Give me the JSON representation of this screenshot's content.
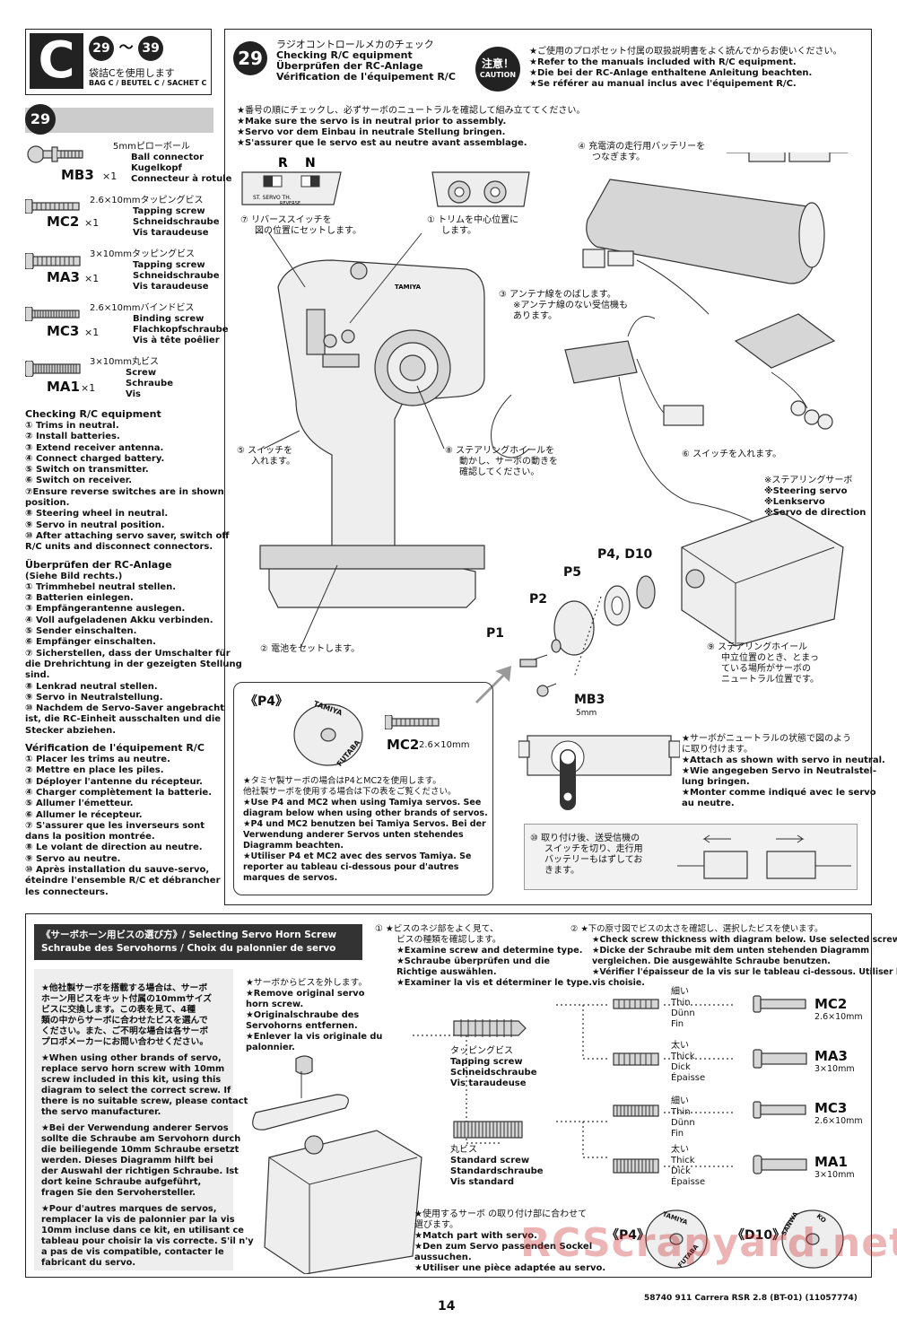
{
  "header": {
    "letter": "C",
    "steps_from": "29",
    "steps_sep": "～",
    "steps_to": "39",
    "bag_jp": "袋詰Cを使用します",
    "bag_en": "BAG C / BEUTEL C / SACHET C"
  },
  "step": {
    "number": "29",
    "title_jp": "ラジオコントロールメカのチェック",
    "title_en": "Checking R/C equipment",
    "title_de": "Überprüfen der RC-Anlage",
    "title_fr": "Vérification de l'équipement R/C"
  },
  "caution": {
    "badge_jp": "注意！",
    "badge_en": "CAUTION",
    "lines": [
      "★ご使用のプロポセット付属の取扱説明書をよく読んでからお使いください。",
      "★Refer to the manuals included with R/C equipment.",
      "★Die bei der RC-Anlage enthaltene Anleitung beachten.",
      "★Se référer au manual inclus avec l'équipement R/C."
    ]
  },
  "neutral_note": [
    "★番号の順にチェックし、必ずサーボのニュートラルを確認して組み立ててください。",
    "★Make sure the servo is in neutral prior to assembly.",
    "★Servo vor dem Einbau in neutrale Stellung bringen.",
    "★S'assurer que le servo est au neutre avant assemblage."
  ],
  "parts": [
    {
      "code": "MB3",
      "qty": "×1",
      "jp": "5mmピローボール",
      "names": [
        "Ball connector",
        "Kugelkopf",
        "Connecteur à rotule"
      ]
    },
    {
      "code": "MC2",
      "qty": "×1",
      "jp": "2.6×10mmタッピングビス",
      "names": [
        "Tapping screw",
        "Schneidschraube",
        "Vis taraudeuse"
      ]
    },
    {
      "code": "MA3",
      "qty": "×1",
      "jp": "3×10mmタッピングビス",
      "names": [
        "Tapping screw",
        "Schneidschraube",
        "Vis taraudeuse"
      ]
    },
    {
      "code": "MC3",
      "qty": "×1",
      "jp": "2.6×10mmバインドビス",
      "names": [
        "Binding screw",
        "Flachkopfschraube",
        "Vis à tête poêlier"
      ]
    },
    {
      "code": "MA1",
      "qty": "×1",
      "jp": "3×10mm丸ビス",
      "names": [
        "Screw",
        "Schraube",
        "Vis"
      ]
    }
  ],
  "checklists": [
    {
      "title": "Checking R/C equipment",
      "sub": "",
      "items": [
        "① Trims in neutral.",
        "② Install batteries.",
        "③ Extend receiver antenna.",
        "④ Connect charged battery.",
        "⑤ Switch on transmitter.",
        "⑥ Switch on receiver.",
        "⑦Ensure reverse switches are in shown",
        "position.",
        "⑧ Steering wheel in neutral.",
        "⑨ Servo in neutral position.",
        "⑩ After attaching servo saver, switch off",
        "R/C units and disconnect connectors."
      ]
    },
    {
      "title": "Überprüfen der RC-Anlage",
      "sub": "(Siehe Bild rechts.)",
      "items": [
        "① Trimmhebel neutral stellen.",
        "② Batterien einlegen.",
        "③ Empfängerantenne auslegen.",
        "④ Voll aufgeladenen Akku verbinden.",
        "⑤ Sender einschalten.",
        "⑥ Empfänger einschalten.",
        "⑦ Sicherstellen, dass der Umschalter für",
        "die Drehrichtung in der gezeigten Stellung",
        "sind.",
        "⑧ Lenkrad neutral stellen.",
        "⑨ Servo in Neutralstellung.",
        "⑩ Nachdem de Servo-Saver angebracht",
        "ist, die RC-Einheit ausschalten und die",
        "Stecker abziehen."
      ]
    },
    {
      "title": "Vérification de l'équipement R/C",
      "sub": "",
      "items": [
        "① Placer les trims au neutre.",
        "② Mettre en place les piles.",
        "③ Déployer l'antenne du récepteur.",
        "④ Charger complètement la batterie.",
        "⑤ Allumer l'émetteur.",
        "⑥ Allumer le récepteur.",
        "⑦ S'assurer que les inverseurs sont",
        "dans la position montrée.",
        "⑧ Le volant de direction au neutre.",
        "⑨ Servo au neutre.",
        "⑩ Après installation du sauve-servo,",
        "éteindre l'ensemble R/C et débrancher",
        "les connecteurs."
      ]
    }
  ],
  "diagram": {
    "switch_r": "R",
    "switch_n": "N",
    "switch_caption": "ST.   SERVO   TH.",
    "switch_caption2": "REVERSE",
    "c7": [
      "⑦ リバーススイッチを",
      "図の位置にセットします。"
    ],
    "c1": [
      "① トリムを中心位置に",
      "します。"
    ],
    "c4": [
      "④ 充電済の走行用バッテリーを",
      "つなぎます。"
    ],
    "c3": [
      "③ アンテナ線をのばします。",
      "※アンテナ線のない受信機も",
      "あります。"
    ],
    "c5": [
      "⑤ スイッチを",
      "入れます。"
    ],
    "c8": [
      "⑧ ステアリングホイールを",
      "動かし、サーボの動きを",
      "確認してください。"
    ],
    "c6": "⑥ スイッチを入れます。",
    "c2": "② 電池をセットします。",
    "servo_label": [
      "※ステアリングサーボ",
      "※Steering servo",
      "※Lenkservo",
      "※Servo de direction"
    ],
    "c9": [
      "⑨ ステアリングホイール",
      "中立位置のとき、とまっ",
      "ている場所がサーボの",
      "ニュートラル位置です。"
    ],
    "p4d10": "P4, D10",
    "p5": "P5",
    "p2": "P2",
    "p1": "P1",
    "mb3": "MB3",
    "mb3_size": "5mm",
    "tx_brand": "TAMIYA"
  },
  "p4_box": {
    "title": "《P4》",
    "brand_top": "TAMIYA",
    "brand_bottom": "FUTABA",
    "screw_code": "MC2",
    "screw_size": "2.6×10mm",
    "lines": [
      "★タミヤ製サーボの場合はP4とMC2を使用します。",
      "他社製サーボを使用する場合は下の表をご覧ください。",
      "★Use P4 and MC2 when using Tamiya servos. See",
      "diagram below when using other brands of servos.",
      "★P4 und MC2 benutzen bei Tamiya Servos. Bei der",
      "Verwendung anderer Servos unten stehendes",
      "Diagramm beachten.",
      "★Utiliser P4 et MC2 avec des servos Tamiya. Se",
      "reporter au tableau ci-dessous pour d'autres",
      "marques de servos."
    ]
  },
  "attach_note": [
    "★サーボがニュートラルの状態で図のよう",
    "に取り付けます。",
    "★Attach as shown with servo in neutral.",
    "★Wie angegeben Servo in Neutralstel-",
    "lung bringen.",
    "★Monter comme indiqué avec le servo",
    "au neutre."
  ],
  "c10": [
    "⑩ 取り付け後、送受信機の",
    "スイッチを切り、走行用",
    "バッテリーもはずしてお",
    "きます。"
  ],
  "bottom": {
    "header1": "《サーボホーン用ビスの選び方》/ Selecting Servo Horn Screw",
    "header2": "Schraube des Servohorns  /  Choix du palonnier de servo",
    "left_text": [
      "★他社製サーボを搭載する場合は、サーボ",
      "ホーン用ビスをキット付属の10mmサイズ",
      "ビスに交換します。この表を見て、4種",
      "類の中からサーボに合わせたビスを選んで",
      "ください。また、ご不明な場合は各サーボ",
      "プロポメーカーにお問い合わせください。",
      "",
      "★When using other brands of servo,",
      "replace servo horn screw with 10mm",
      "screw included in this kit, using this",
      "diagram to select the correct screw. If",
      "there is no suitable screw, please contact",
      "the servo manufacturer.",
      "",
      "★Bei der Verwendung anderer Servos",
      "sollte die Schraube am Servohorn durch",
      "die beiliegende 10mm Schraube ersetzt",
      "werden. Dieses Diagramm hilft bei",
      "der Auswahl der richtigen Schraube. Ist",
      "dort keine Schraube aufgeführt,",
      "fragen Sie den Servohersteller.",
      "",
      "★Pour d'autres marques de servos,",
      "remplacer la vis de palonnier par la vis",
      "10mm incluse dans ce kit, en utilisant ce",
      "tableau pour choisir la vis correcte. S'il n'y",
      "a pas de vis compatible, contacter le",
      "fabricant du servo."
    ],
    "remove_note": [
      "★サーボからビスを外します。",
      "★Remove original servo",
      "horn screw.",
      "★Originalschraube des",
      "Servohorns entfernen.",
      "★Enlever la vis originale du",
      "palonnier."
    ],
    "s1": [
      "① ★ビスのネジ部をよく見て、",
      "ビスの種類を確認します。",
      "★Examine screw and determine type.",
      "★Schraube überprüfen und die",
      "Richtige auswählen.",
      "★Examiner la vis et déterminer le type."
    ],
    "s2": [
      "② ★下の原寸図でビスの太さを確認し、選択したビスを使います。",
      "★Check screw thickness with diagram below. Use selected screw.",
      "★Dicke der Schraube mit dem unten stehenden Diagramm",
      "vergleichen. Die ausgewählte Schraube benutzen.",
      "★Vérifier l'épaisseur de la vis sur le tableau ci-dessous. Utiliser la",
      "vis choisie."
    ],
    "tapping_label": [
      "タッピングビス",
      "Tapping screw",
      "Schneidschraube",
      "Vis taraudeuse"
    ],
    "standard_label": [
      "丸ビス",
      "Standard screw",
      "Standardschraube",
      "Vis standard"
    ],
    "thin": [
      "細い",
      "Thin",
      "Dünn",
      "Fin"
    ],
    "thick": [
      "太い",
      "Thick",
      "Dick",
      "Épaisse"
    ],
    "results": [
      {
        "code": "MC2",
        "size": "2.6×10mm"
      },
      {
        "code": "MA3",
        "size": "3×10mm"
      },
      {
        "code": "MC3",
        "size": "2.6×10mm"
      },
      {
        "code": "MA1",
        "size": "3×10mm"
      }
    ],
    "match_note": [
      "★使用するサーボ の取り付け部に合わせて",
      "選びます。",
      "★Match part with servo.",
      "★Den zum Servo passenden Sockel",
      "aussuchen.",
      "★Utiliser une pièce adaptée au servo."
    ],
    "p4": "《P4》",
    "d10": "《D10》",
    "p4_top": "TAMIYA",
    "p4_bot": "FUTABA",
    "d10_left": "SANWA",
    "d10_right": "KO"
  },
  "footer": {
    "page": "14",
    "model": "58740 911 Carrera RSR 2.8 (BT-01) (11057774)",
    "watermark": "RCScrapyard.net"
  }
}
